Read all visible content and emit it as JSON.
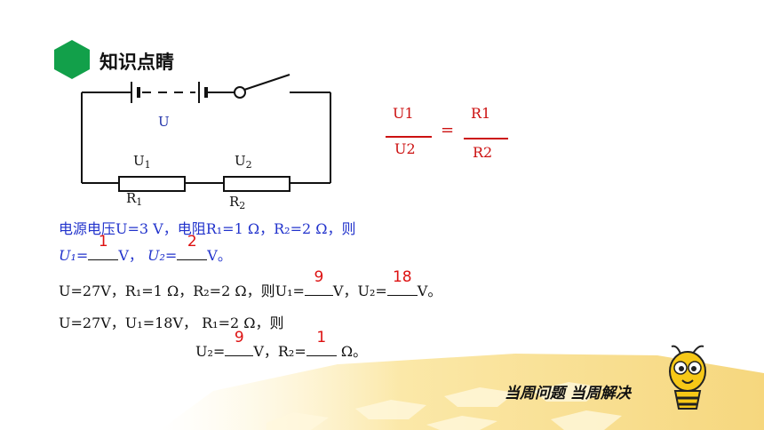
{
  "header": {
    "title": "知识点睛"
  },
  "circuit": {
    "source_label": "U",
    "u1_label": "U",
    "u1_sub": "1",
    "u2_label": "U",
    "u2_sub": "2",
    "r1_label": "R",
    "r1_sub": "1",
    "r2_label": "R",
    "r2_sub": "2"
  },
  "ratio": {
    "num_left": "U1",
    "den_left": "U2",
    "equals": "=",
    "num_right": "R1",
    "den_right": "R2"
  },
  "q1": {
    "line1": "电源电压U=3 V，电阻R₁=1 Ω，R₂=2 Ω，则",
    "u1_pre": "U₁=",
    "u1_ans": "1",
    "u1_unit": "V，",
    "u2_pre": "U₂=",
    "u2_ans": "2",
    "u2_unit": "V。"
  },
  "q2": {
    "text": "U=27V，R₁=1 Ω，R₂=2 Ω，则U₁=",
    "u1_ans": "9",
    "mid": "V，U₂=",
    "u2_ans": "18",
    "end": "V。"
  },
  "q3": {
    "line1": "U=27V，U₁=18V，  R₁=2 Ω，则",
    "u2_pre": "U₂=",
    "u2_ans": "9",
    "mid": "V，R₂=",
    "r2_ans": "1",
    "end": "Ω。"
  },
  "footer": {
    "slogan": "当周问题 当周解决"
  }
}
